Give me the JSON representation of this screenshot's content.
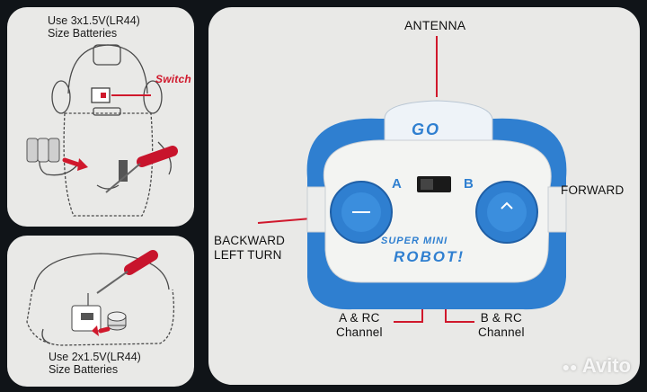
{
  "top_panel": {
    "caption_line1": "Use 3x1.5V(LR44)",
    "caption_line2": "Size Batteries",
    "switch_label": "Switch"
  },
  "bottom_panel": {
    "caption_line1": "Use 2x1.5V(LR44)",
    "caption_line2": "Size Batteries"
  },
  "controller": {
    "antenna_label": "ANTENNA",
    "forward_label": "FORWARD",
    "backward_line1": "BACKWARD",
    "backward_line2": "LEFT TURN",
    "a_rc_line1": "A & RC",
    "a_rc_line2": "Channel",
    "b_rc_line1": "B & RC",
    "b_rc_line2": "Channel",
    "channel_a": "A",
    "channel_b": "B",
    "logo_text": "GO",
    "brand_line1": "SUPER MINI",
    "brand_line2": "ROBOT!"
  },
  "watermark": "Avito",
  "colors": {
    "accent_red": "#d0182c",
    "controller_blue": "#2f7fd0",
    "panel_bg": "#e9e9e7",
    "frame_dark": "#101418"
  }
}
